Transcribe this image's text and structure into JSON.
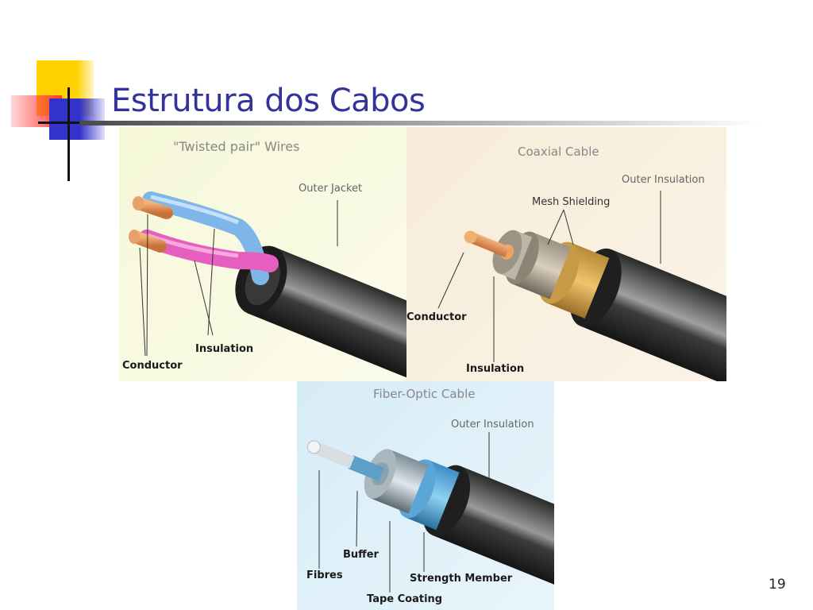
{
  "slide": {
    "title": "Estrutura dos Cabos",
    "page_number": "19"
  },
  "twisted_pair": {
    "title": "\"Twisted pair\" Wires",
    "labels": {
      "outer_jacket": "Outer Jacket",
      "insulation": "Insulation",
      "conductor": "Conductor"
    }
  },
  "coaxial": {
    "title": "Coaxial Cable",
    "labels": {
      "outer_insulation": "Outer Insulation",
      "mesh_shielding": "Mesh Shielding",
      "conductor": "Conductor",
      "insulation": "Insulation"
    }
  },
  "fiber": {
    "title": "Fiber-Optic Cable",
    "labels": {
      "outer_insulation": "Outer Insulation",
      "buffer": "Buffer",
      "fibres": "Fibres",
      "strength_member": "Strength Member",
      "tape_coating": "Tape Coating"
    }
  },
  "colors": {
    "title": "#33339a",
    "deco_yellow": "#ffd200",
    "deco_red": "#ff3c3c",
    "deco_blue": "#3333cc"
  }
}
